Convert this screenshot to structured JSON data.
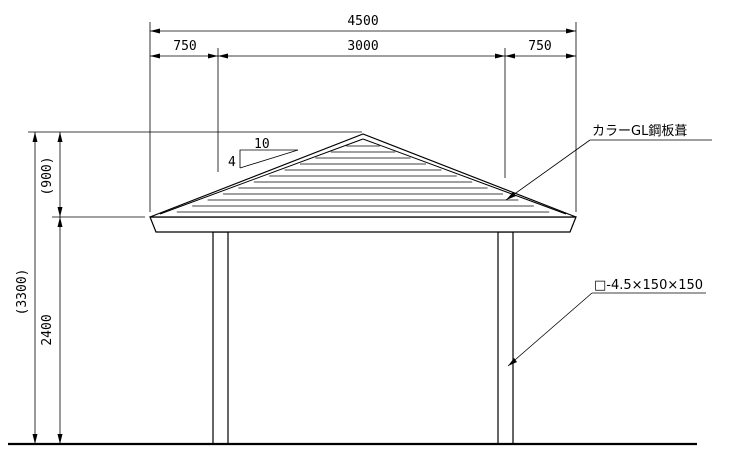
{
  "dimensions": {
    "overall_width": "4500",
    "left_overhang": "750",
    "column_span": "3000",
    "right_overhang": "750",
    "total_height": "(3300)",
    "roof_height": "(900)",
    "column_height": "2400"
  },
  "slope": {
    "rise": "4",
    "run": "10"
  },
  "notes": {
    "roof_material": "カラーGL鋼板葺",
    "column_section": "□-4.5×150×150"
  }
}
